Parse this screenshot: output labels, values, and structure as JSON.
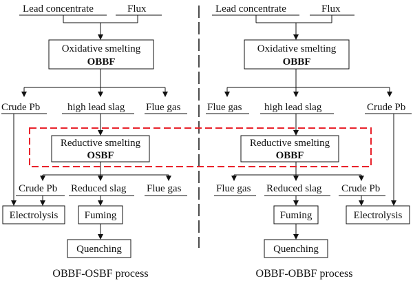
{
  "left": {
    "lead_concentrate": "Lead concentrate",
    "flux": "Flux",
    "oxidative_smelting": "Oxidative smelting",
    "oxidative_furnace": "OBBF",
    "crude_pb_top": "Crude Pb",
    "high_lead_slag": "high lead slag",
    "flue_gas_top": "Flue gas",
    "reductive_smelting": "Reductive smelting",
    "reductive_furnace": "OSBF",
    "crude_pb_bottom": "Crude Pb",
    "reduced_slag": "Reduced slag",
    "flue_gas_bottom": "Flue gas",
    "electrolysis": "Electrolysis",
    "fuming": "Fuming",
    "quenching": "Quenching",
    "caption": "OBBF-OSBF process"
  },
  "right": {
    "lead_concentrate": "Lead concentrate",
    "flux": "Flux",
    "oxidative_smelting": "Oxidative smelting",
    "oxidative_furnace": "OBBF",
    "flue_gas_top": "Flue gas",
    "high_lead_slag": "high lead slag",
    "crude_pb_top": "Crude Pb",
    "reductive_smelting": "Reductive smelting",
    "reductive_furnace": "OBBF",
    "flue_gas_bottom": "Flue gas",
    "reduced_slag": "Reduced slag",
    "crude_pb_bottom": "Crude Pb",
    "fuming": "Fuming",
    "electrolysis": "Electrolysis",
    "quenching": "Quenching",
    "caption": "OBBF-OBBF process"
  },
  "colors": {
    "highlight": "#e8222b",
    "line": "#111111"
  }
}
